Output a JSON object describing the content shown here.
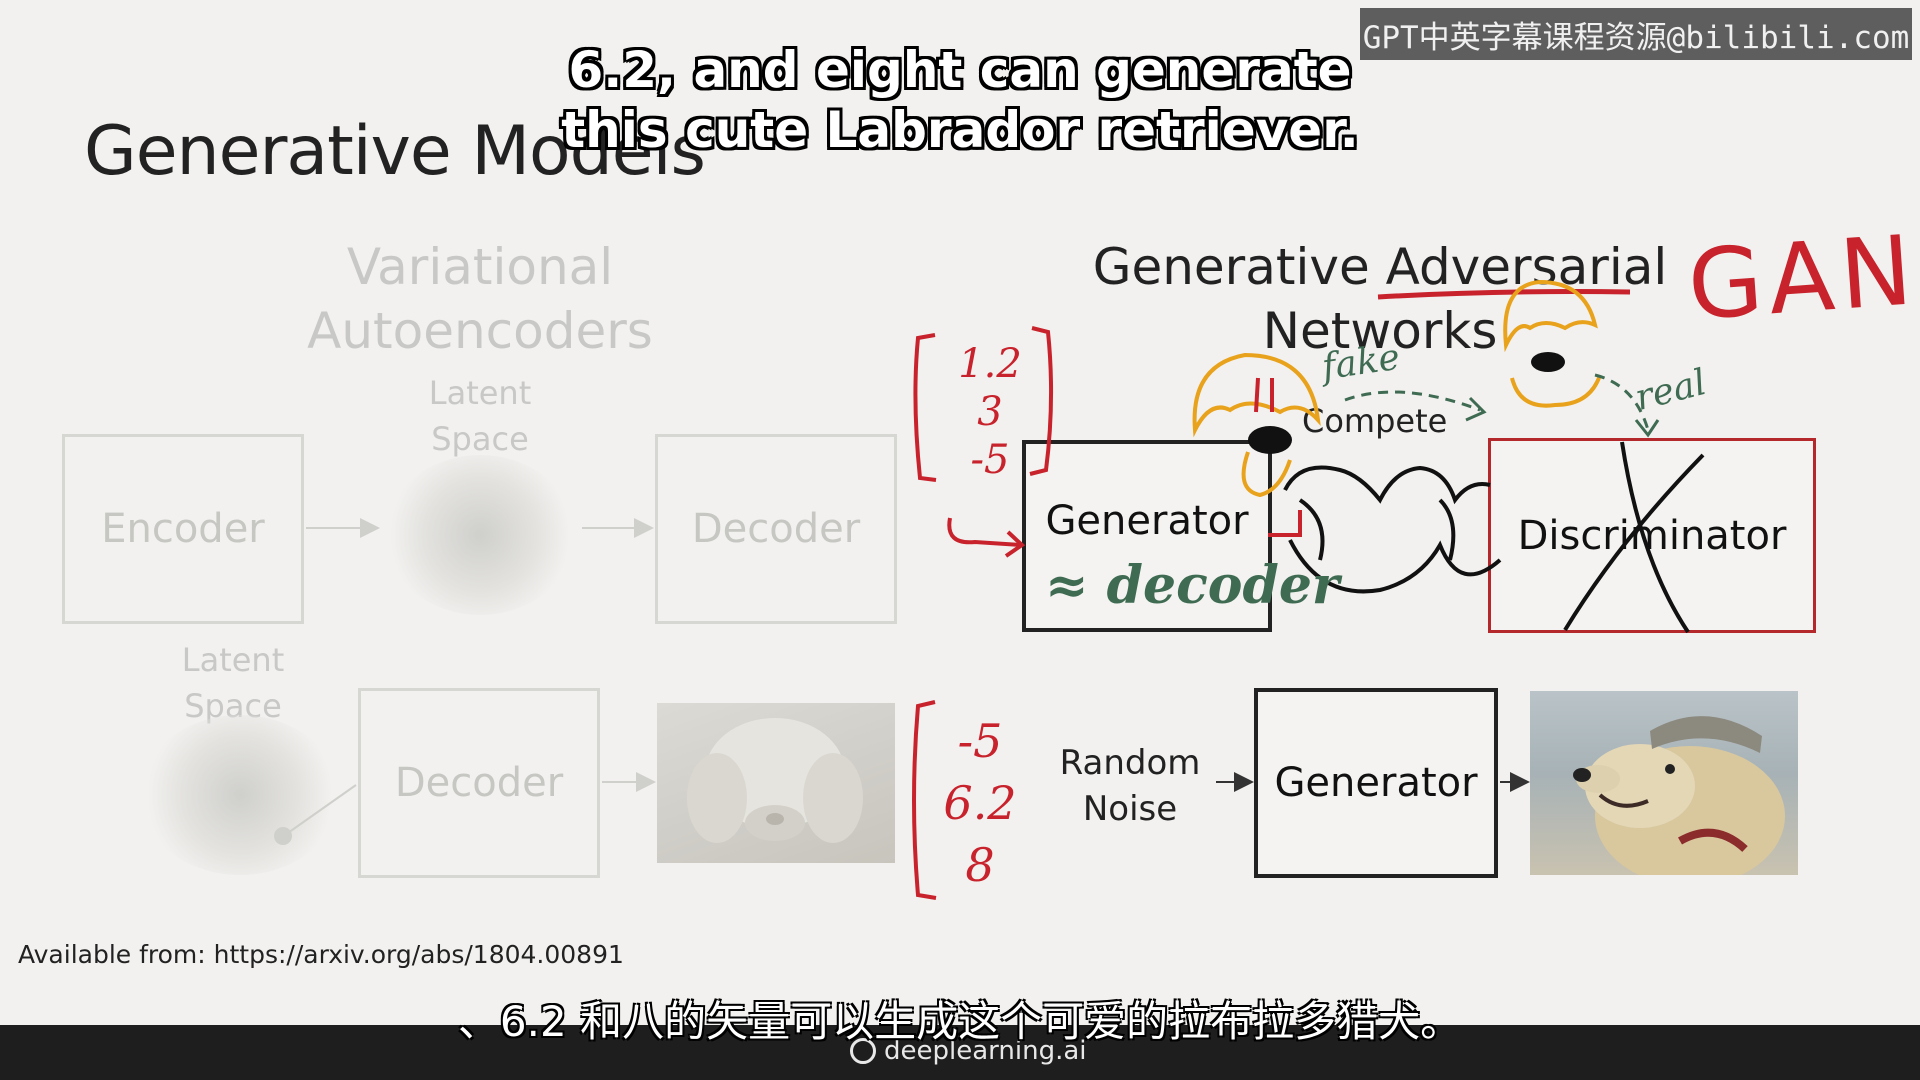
{
  "subtitles": {
    "english_line1": "6.2, and eight can generate",
    "english_line2": "this cute Labrador retriever.",
    "chinese": "、6.2 和八的矢量可以生成这个可爱的拉布拉多猎犬。"
  },
  "watermark": "GPT中英字幕课程资源@bilibili.com",
  "slide": {
    "title": "Generative Models",
    "vae": {
      "title_line1": "Variational",
      "title_line2": "Autoencoders",
      "encoder": "Encoder",
      "decoder": "Decoder",
      "latent_line1": "Latent",
      "latent_line2": "Space"
    },
    "gan": {
      "title_line1": "Generative Adversarial",
      "title_line2": "Networks",
      "generator": "Generator",
      "discriminator": "Discriminator",
      "compete": "Compete",
      "noise_line1": "Random",
      "noise_line2": "Noise"
    },
    "citation": "Available from: https://arxiv.org/abs/1804.00891"
  },
  "annotations": {
    "gan_label": "GAN",
    "vector_top": [
      "1.2",
      "3",
      "-5"
    ],
    "vector_bottom": [
      "-5",
      "6.2",
      "8"
    ],
    "approx_decoder": "≈ decoder",
    "fake": "fake",
    "real": "real"
  },
  "footer": {
    "brand": "deeplearning.ai"
  },
  "colors": {
    "annotation_red": "#c8232c",
    "annotation_orange": "#e8a21c",
    "annotation_green": "#3f6b52",
    "box_red": "#b4282c"
  }
}
